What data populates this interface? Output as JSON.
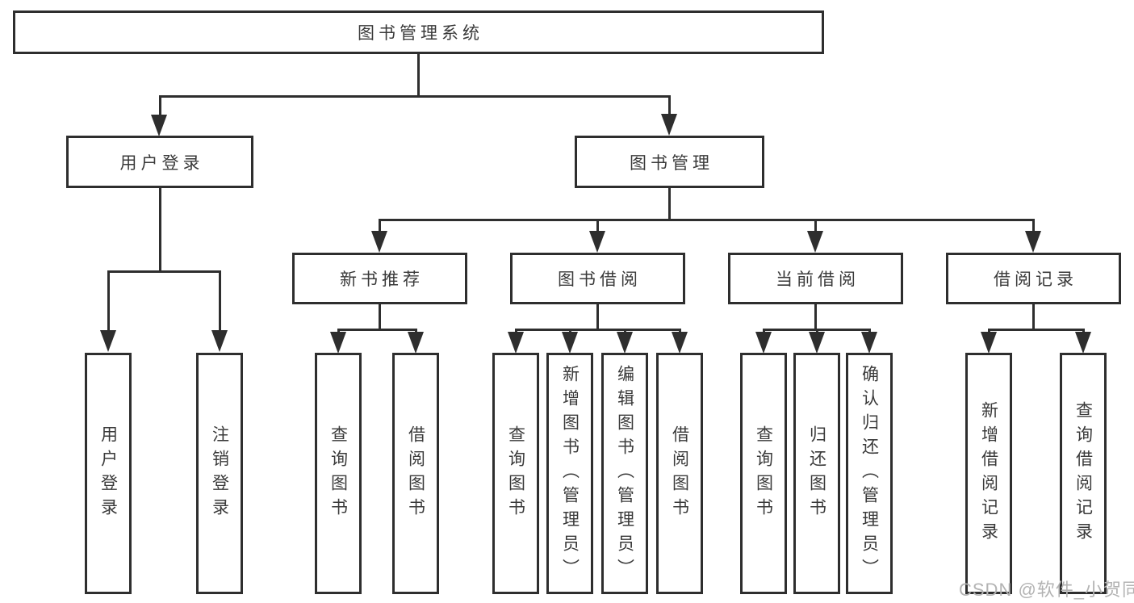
{
  "diagram": {
    "root": {
      "label": "图书管理系统"
    },
    "user_login": {
      "label": "用户登录",
      "children": {
        "login": "用户登录",
        "logout": "注销登录"
      }
    },
    "book_mgmt": {
      "label": "图书管理",
      "sections": {
        "new_book": {
          "label": "新书推荐",
          "children": {
            "query": "查询图书",
            "borrow": "借阅图书"
          }
        },
        "borrow": {
          "label": "图书借阅",
          "children": {
            "query": "查询图书",
            "add": "新增图书（管理员）",
            "edit": "编辑图书（管理员）",
            "borrow": "借阅图书"
          }
        },
        "current": {
          "label": "当前借阅",
          "children": {
            "query": "查询图书",
            "return": "归还图书",
            "confirm": "确认归还（管理员）"
          }
        },
        "records": {
          "label": "借阅记录",
          "children": {
            "add": "新增借阅记录",
            "query": "查询借阅记录"
          }
        }
      }
    }
  },
  "watermark": "CSDN @软件_小贺同学",
  "colors": {
    "line": "#2e2e2e",
    "text": "#3a3a3a",
    "watermark": "#b3b3b3",
    "background": "#ffffff"
  }
}
